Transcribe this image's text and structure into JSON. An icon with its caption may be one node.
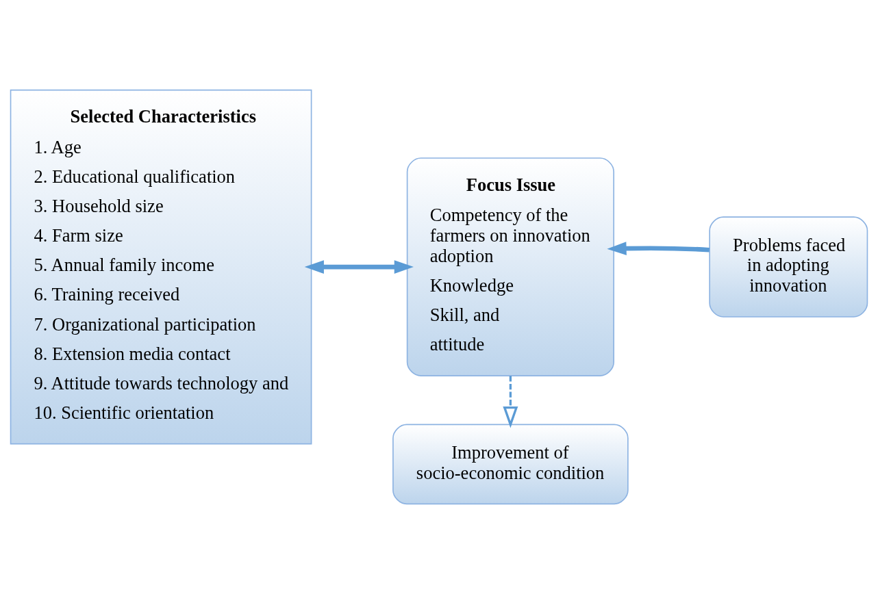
{
  "diagram": {
    "nodes": [
      {
        "text": [
          "Selected Characteristics",
          "1. Age",
          "2. Educational qualification",
          "3. Household size",
          "4. Farm size",
          "5. Annual family income",
          "6. Training received",
          "7. Organizational participation",
          "8. Extension media contact",
          "9. Attitude towards technology and",
          "10. Scientific orientation"
        ]
      },
      {
        "text": [
          "Focus Issue",
          "Competency of the farmers on innovation adoption",
          "Knowledge",
          "Skill, and",
          "attitude"
        ]
      },
      {
        "text": [
          "Problems faced in adopting innovation"
        ]
      },
      {
        "text": [
          "Improvement of socio-economic condition"
        ]
      }
    ],
    "edges": [
      {
        "from": 0,
        "to": 1,
        "arrow": "both"
      },
      {
        "from": 2,
        "to": 1,
        "arrow": "to"
      },
      {
        "from": 1,
        "to": 3,
        "arrow": "to",
        "style": "dashed"
      }
    ]
  }
}
